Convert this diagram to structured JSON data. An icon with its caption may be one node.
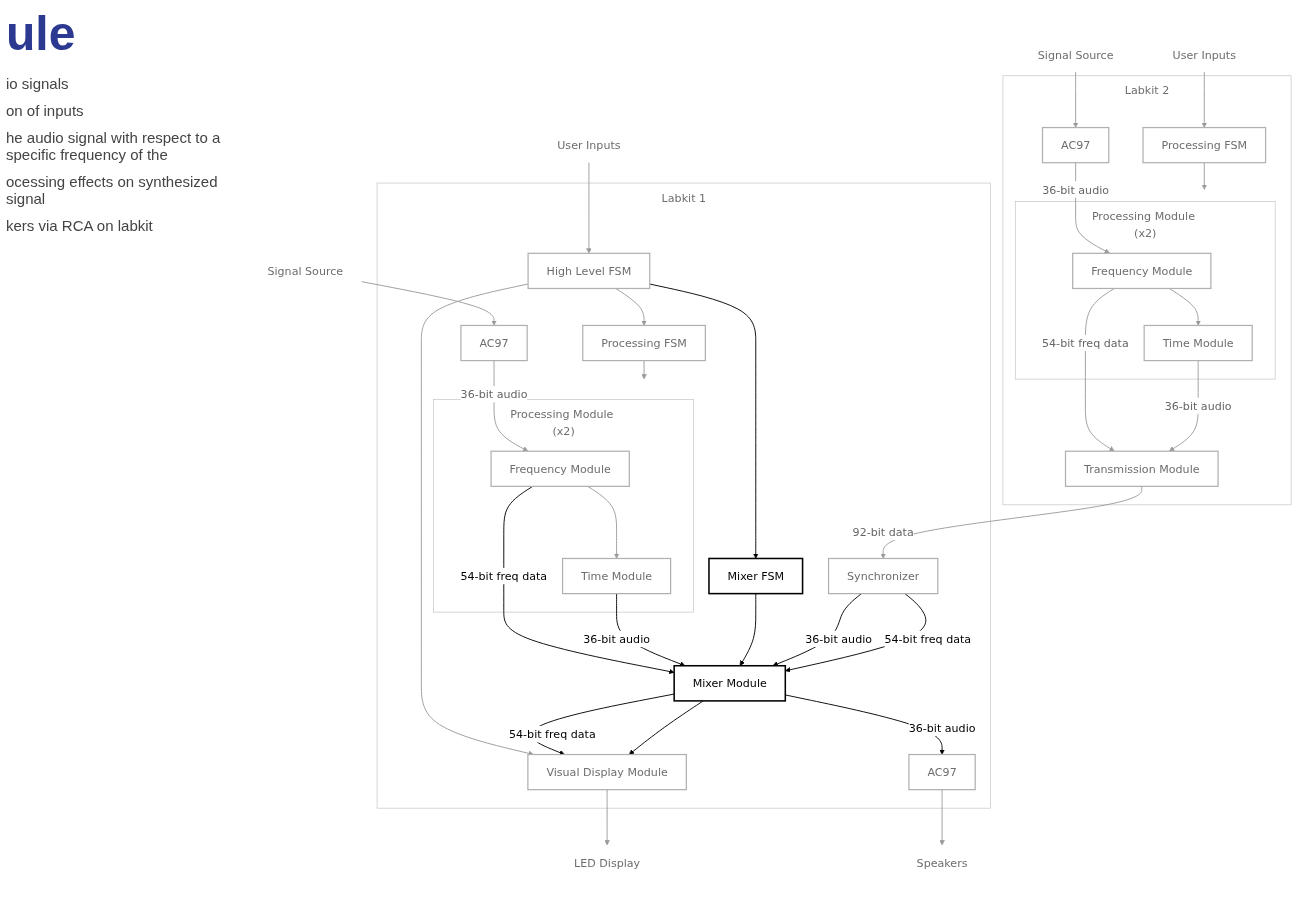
{
  "diagram": {
    "title": "ule",
    "nodes": [
      {
        "text": [
          "Labkit 1"
        ]
      },
      {
        "text": [
          "High Level FSM"
        ],
        "in": 0
      },
      {
        "text": [
          "Processing FSM"
        ],
        "in": 0
      },
      {
        "text": [
          "Processing Module (x2)"
        ],
        "in": 0
      },
      {
        "text": [
          "AC97"
        ],
        "in": 0
      },
      {
        "text": [
          "Frequency Module"
        ],
        "in": 3
      },
      {
        "text": [
          "Time Module"
        ],
        "in": 3
      },
      {
        "text": [
          "Mixer FSM"
        ],
        "in": 0
      },
      {
        "text": [
          "Mixer Module"
        ],
        "in": 0
      },
      {
        "text": [
          "Visual Display Module"
        ],
        "in": 0
      },
      {
        "text": [
          "AC97"
        ],
        "in": 0
      },
      {
        "text": [
          "Synchronizer"
        ],
        "in": 0
      },
      {
        "text": [
          "Labkit 2"
        ]
      },
      {
        "text": [
          "Processing FSM"
        ],
        "in": 12
      },
      {
        "text": [
          "AC97"
        ],
        "in": 12
      },
      {
        "text": [
          "Processing Module (x2)"
        ],
        "in": 12
      },
      {
        "text": [
          "Frequency Module"
        ],
        "in": 15
      },
      {
        "text": [
          "Time Module"
        ],
        "in": 15
      },
      {
        "text": [
          "Transmission Module"
        ],
        "in": 12
      },
      {
        "text": [
          "User Inputs"
        ]
      },
      {
        "text": [
          "Signal Source"
        ]
      },
      {
        "text": [
          "LED Display"
        ]
      },
      {
        "text": [
          "Speakers"
        ]
      },
      {
        "text": [
          "User Inputs"
        ]
      },
      {
        "text": [
          "Signal Source"
        ]
      }
    ],
    "edges": [
      {
        "from": 19,
        "to": 1,
        "arrow": "to"
      },
      {
        "from": 1,
        "to": 2,
        "arrow": "to"
      },
      {
        "from": 2,
        "to": 3,
        "arrow": "to"
      },
      {
        "from": 20,
        "to": 4,
        "arrow": "to"
      },
      {
        "from": 4,
        "to": 5,
        "label": "36-bit audio",
        "arrow": "to"
      },
      {
        "from": 5,
        "to": 6,
        "arrow": "to"
      },
      {
        "from": 5,
        "to": 8,
        "label": "54-bit freq data",
        "arrow": "to",
        "color": "#000000"
      },
      {
        "from": 6,
        "to": 8,
        "label": "36-bit audio",
        "arrow": "to",
        "color": "#000000"
      },
      {
        "from": 1,
        "to": 9,
        "arrow": "to"
      },
      {
        "from": 1,
        "to": 7,
        "arrow": "to",
        "color": "#000000"
      },
      {
        "from": 7,
        "to": 8,
        "arrow": "to",
        "color": "#000000"
      },
      {
        "from": 8,
        "to": 9,
        "label": "54-bit freq data",
        "arrow": "to",
        "color": "#000000"
      },
      {
        "from": 8,
        "to": 10,
        "label": "36-bit audio",
        "arrow": "to",
        "color": "#000000"
      },
      {
        "from": 8,
        "to": 9,
        "arrow": "to",
        "color": "#000000"
      },
      {
        "from": 11,
        "to": 8,
        "label": "36-bit audio",
        "arrow": "to",
        "color": "#000000"
      },
      {
        "from": 11,
        "to": 8,
        "label": "54-bit freq data",
        "arrow": "to",
        "color": "#000000"
      },
      {
        "from": 9,
        "to": 21,
        "arrow": "to"
      },
      {
        "from": 10,
        "to": 22,
        "arrow": "to"
      },
      {
        "from": 23,
        "to": 13,
        "arrow": "to"
      },
      {
        "from": 13,
        "to": 15,
        "arrow": "to"
      },
      {
        "from": 24,
        "to": 14,
        "arrow": "to"
      },
      {
        "from": 14,
        "to": 16,
        "label": "36-bit audio",
        "arrow": "to"
      },
      {
        "from": 16,
        "to": 17,
        "arrow": "to"
      },
      {
        "from": 16,
        "to": 18,
        "label": "54-bit freq data",
        "arrow": "to"
      },
      {
        "from": 17,
        "to": 18,
        "label": "36-bit audio",
        "arrow": "to"
      },
      {
        "from": 18,
        "to": 11,
        "label": "92-bit data",
        "arrow": "to"
      }
    ],
    "labels": [
      "io signals",
      "on of inputs",
      "he audio signal with respect to a specific frequency of the",
      "ocessing effects on synthesized signal",
      "kers via RCA on labkit"
    ]
  }
}
